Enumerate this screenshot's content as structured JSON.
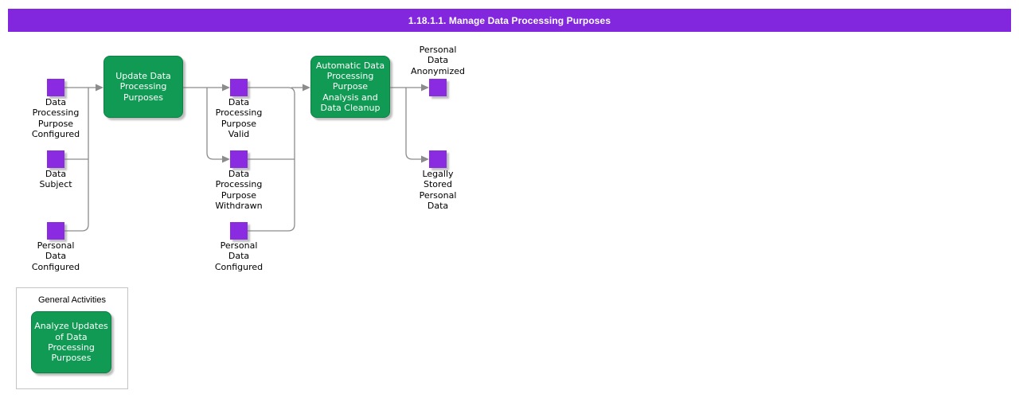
{
  "title_bar": {
    "title": "1.18.1.1. Manage Data Processing Purposes"
  },
  "colors": {
    "purple": "#8a2be2",
    "green": "#119a53",
    "green-border": "#0e8044",
    "line": "#8c8c8c",
    "titlebar-bg": "#8327df",
    "titlebar-text": "#ffffff"
  },
  "functions": [
    {
      "label": "Update Data\nProcessing\nPurposes"
    },
    {
      "label": "Automatic Data\nProcessing\nPurpose\nAnalysis and\nData Cleanup"
    }
  ],
  "events": [
    {
      "label": "Data\nProcessing\nPurpose\nConfigured"
    },
    {
      "label": "Data\nSubject"
    },
    {
      "label": "Personal\nData\nConfigured"
    },
    {
      "label": "Data\nProcessing\nPurpose\nValid"
    },
    {
      "label": "Data\nProcessing\nPurpose\nWithdrawn"
    },
    {
      "label": "Personal\nData\nConfigured"
    },
    {
      "label": "Personal\nData\nAnonymized"
    },
    {
      "label": "Legally\nStored\nPersonal\nData"
    }
  ],
  "general_activities": {
    "title": "General Activities",
    "function": {
      "label": "Analyze Updates\nof Data\nProcessing\nPurposes"
    }
  }
}
